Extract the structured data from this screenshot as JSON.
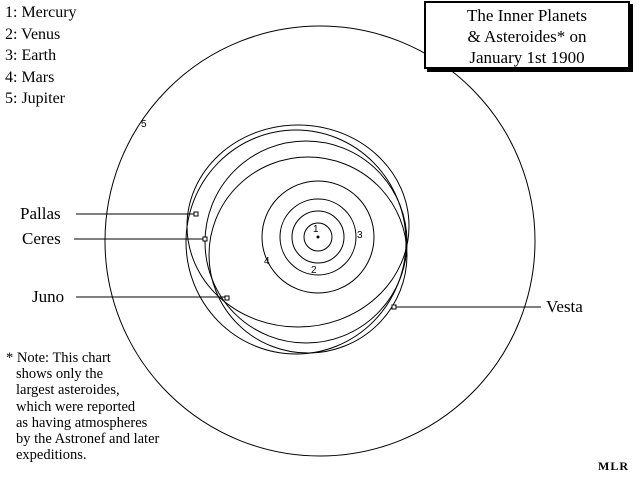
{
  "legend": [
    "1: Mercury",
    "2: Venus",
    "3: Earth",
    "4: Mars",
    "5: Jupiter"
  ],
  "title": {
    "line1": "The Inner Planets",
    "line2": "& Asteroides* on",
    "line3": "January 1st 1900"
  },
  "asteroids": {
    "pallas": "Pallas",
    "ceres": "Ceres",
    "juno": "Juno",
    "vesta": "Vesta"
  },
  "planet_markers": {
    "mercury": "1",
    "venus": "2",
    "earth": "3",
    "mars": "4",
    "jupiter": "5"
  },
  "note": [
    "* Note: This chart",
    "shows only the",
    "largest asteroides,",
    "which were reported",
    "as having atmospheres",
    "by the Astronef and later",
    "expeditions."
  ],
  "signature": "MLR"
}
